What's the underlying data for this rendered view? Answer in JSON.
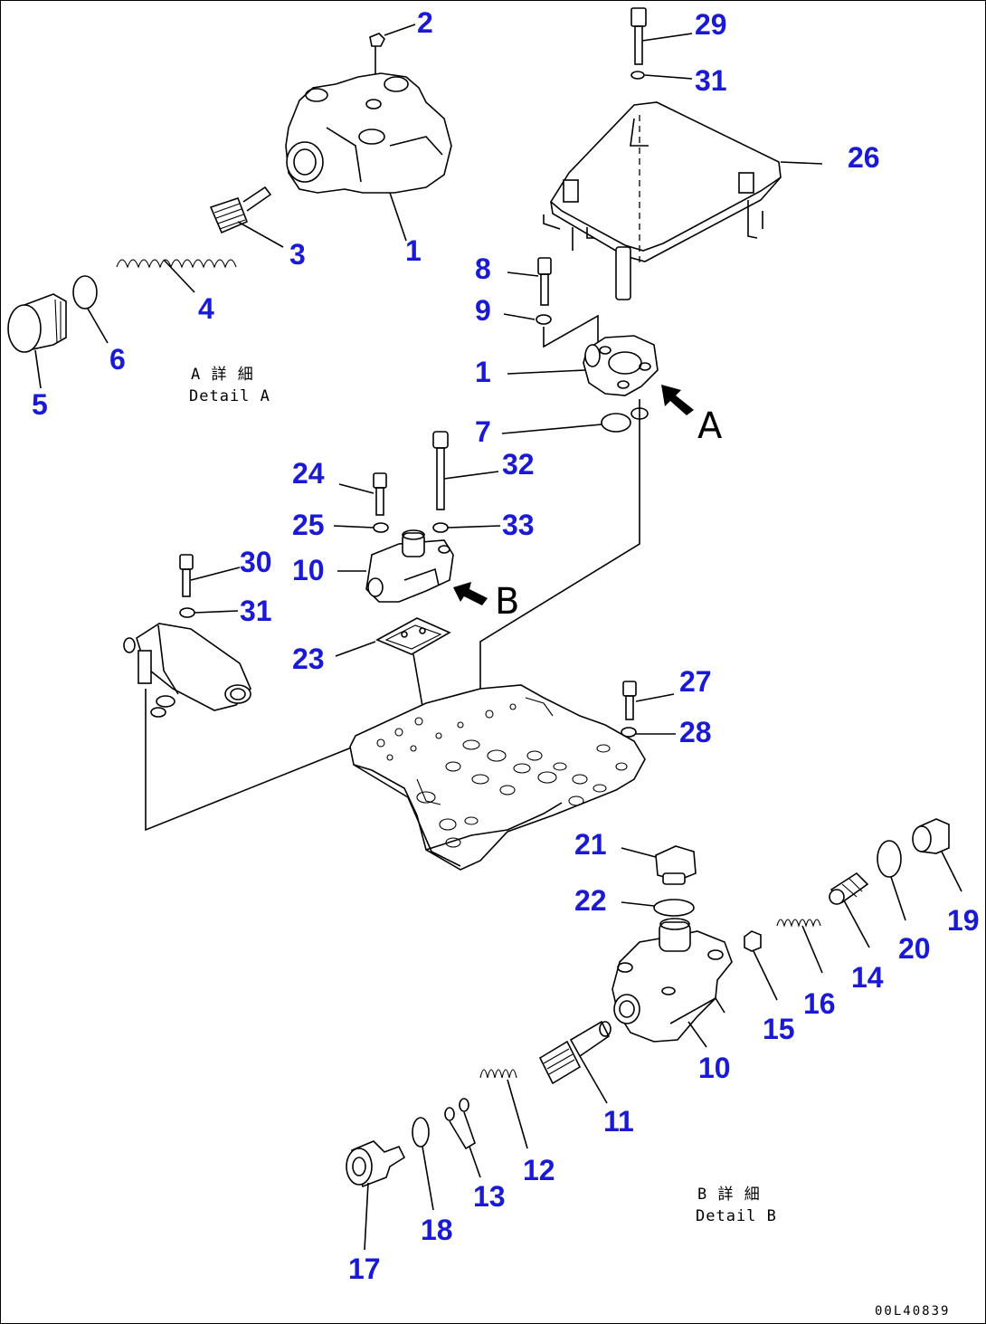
{
  "callouts": [
    {
      "id": "2",
      "label": "2"
    },
    {
      "id": "29",
      "label": "29"
    },
    {
      "id": "31a",
      "label": "31"
    },
    {
      "id": "26",
      "label": "26"
    },
    {
      "id": "3",
      "label": "3"
    },
    {
      "id": "1a",
      "label": "1"
    },
    {
      "id": "4",
      "label": "4"
    },
    {
      "id": "6",
      "label": "6"
    },
    {
      "id": "5",
      "label": "5"
    },
    {
      "id": "8",
      "label": "8"
    },
    {
      "id": "9",
      "label": "9"
    },
    {
      "id": "1b",
      "label": "1"
    },
    {
      "id": "7",
      "label": "7"
    },
    {
      "id": "24",
      "label": "24"
    },
    {
      "id": "32",
      "label": "32"
    },
    {
      "id": "25",
      "label": "25"
    },
    {
      "id": "33",
      "label": "33"
    },
    {
      "id": "30",
      "label": "30"
    },
    {
      "id": "10a",
      "label": "10"
    },
    {
      "id": "31b",
      "label": "31"
    },
    {
      "id": "23",
      "label": "23"
    },
    {
      "id": "27",
      "label": "27"
    },
    {
      "id": "28",
      "label": "28"
    },
    {
      "id": "21",
      "label": "21"
    },
    {
      "id": "22",
      "label": "22"
    },
    {
      "id": "19",
      "label": "19"
    },
    {
      "id": "20",
      "label": "20"
    },
    {
      "id": "14",
      "label": "14"
    },
    {
      "id": "16",
      "label": "16"
    },
    {
      "id": "15",
      "label": "15"
    },
    {
      "id": "10b",
      "label": "10"
    },
    {
      "id": "11",
      "label": "11"
    },
    {
      "id": "12",
      "label": "12"
    },
    {
      "id": "13",
      "label": "13"
    },
    {
      "id": "18",
      "label": "18"
    },
    {
      "id": "17",
      "label": "17"
    }
  ],
  "detail_notes": {
    "a_line1": "A 詳 細",
    "a_line2": "Detail A",
    "b_line1": "B 詳 細",
    "b_line2": "Detail B"
  },
  "view_markers": {
    "a": "A",
    "b": "B"
  },
  "drawing_code": "00L40839",
  "colors": {
    "callout": "#1a1ad6",
    "linework": "#000000",
    "background": "#ffffff"
  }
}
